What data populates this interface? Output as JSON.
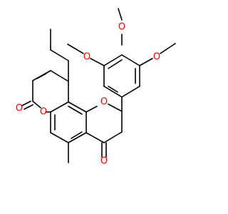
{
  "molecule": {
    "atom_labels": {
      "o_methoxy_left": "O",
      "o_methoxy_top": "O",
      "o_methoxy_right": "O",
      "o_chroman_ring": "O",
      "o_ketone": "O",
      "o_lactone_carbonyl": "O",
      "o_pyranone_ring": "O"
    },
    "colors": {
      "bond": "#000000",
      "oxygen": "#ff0000"
    }
  }
}
